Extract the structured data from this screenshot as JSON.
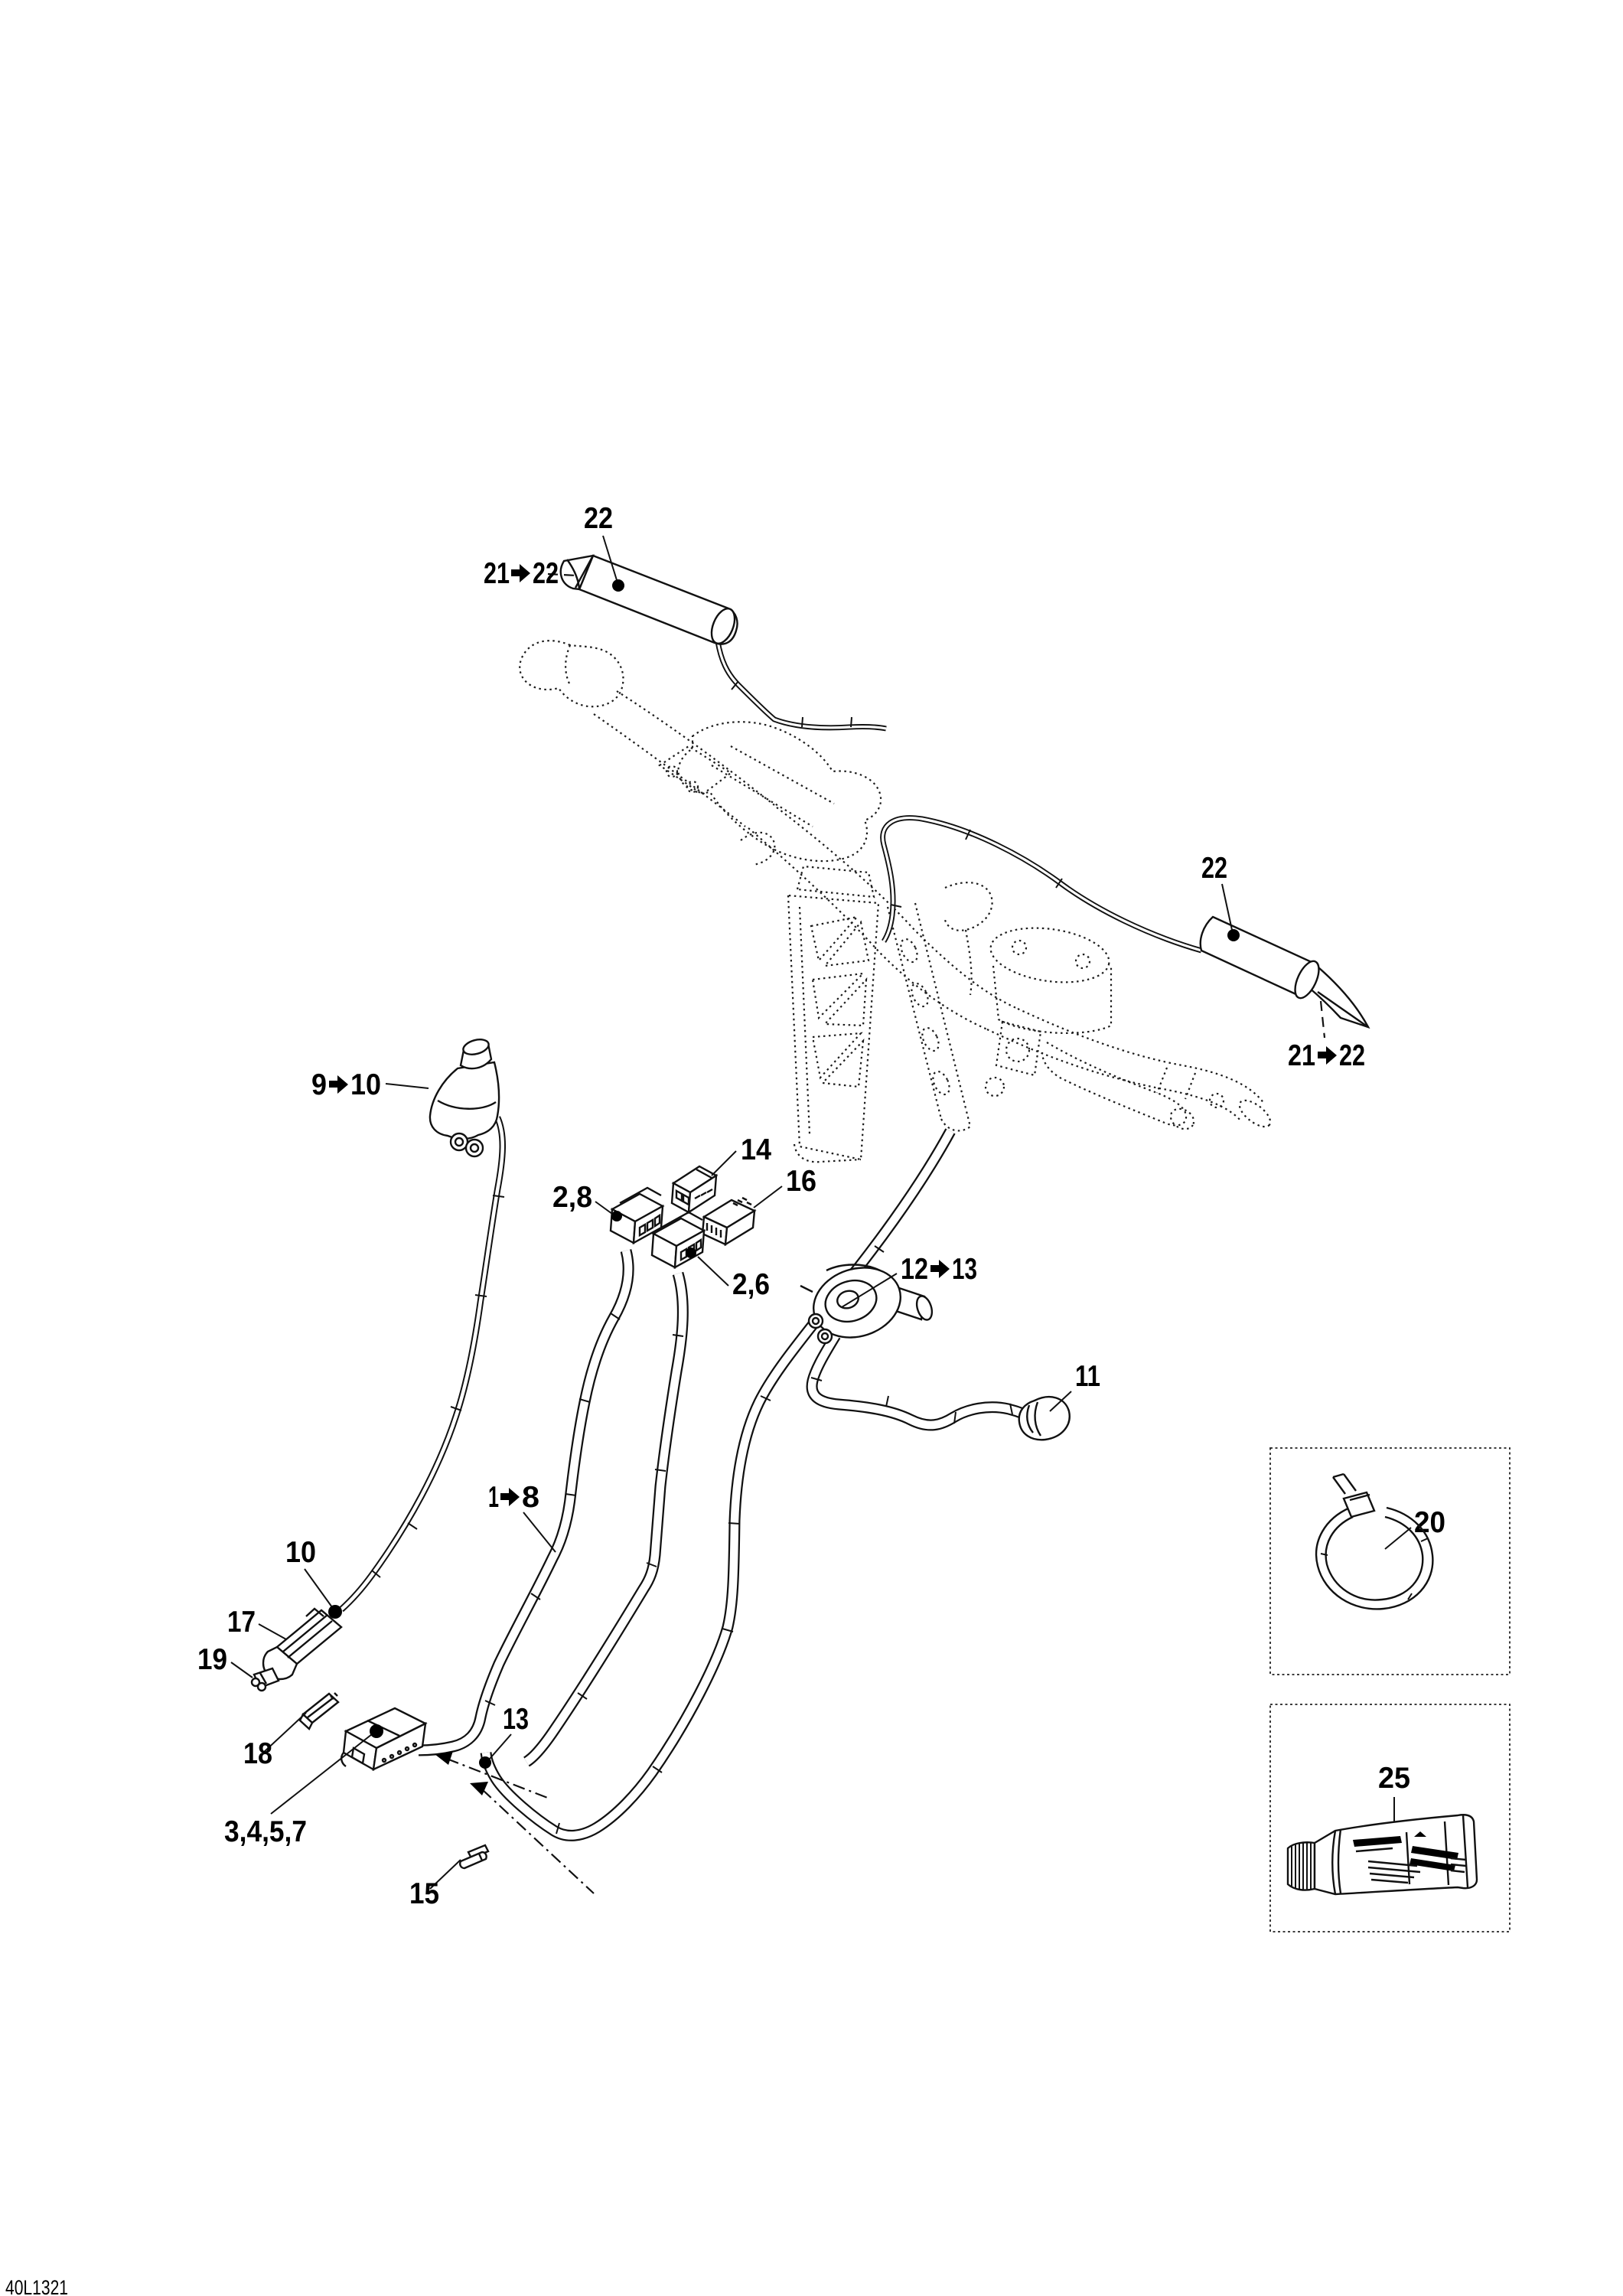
{
  "page": {
    "type": "parts-catalog-exploded-wiring-diagram",
    "subject": "steering-handlebar-electrical-harness",
    "drawing_code": "40L1321",
    "background_color": "#ffffff",
    "line_color": "#000000"
  },
  "callouts": {
    "heater_left": "22",
    "heater_left_asm_from": "21",
    "heater_left_asm_to": "22",
    "heater_right": "22",
    "heater_right_asm_from": "21",
    "heater_right_asm_to": "22",
    "tether_switch_from": "9",
    "tether_switch_to": "10",
    "relay_a": "14",
    "relay_b": "16",
    "connector_a": "2,8",
    "connector_b": "2,6",
    "switch_asm_from": "12",
    "switch_asm_to": "13",
    "cap": "11",
    "harness_asm_from": "1",
    "harness_asm_to": "8",
    "wire_end": "10",
    "connector_c": "17",
    "terminal_small": "19",
    "boot": "18",
    "grease_point": "13",
    "module": "3,4,5,7",
    "terminal_pin": "15",
    "locking_tie": "20",
    "sealant_tube": "25"
  }
}
